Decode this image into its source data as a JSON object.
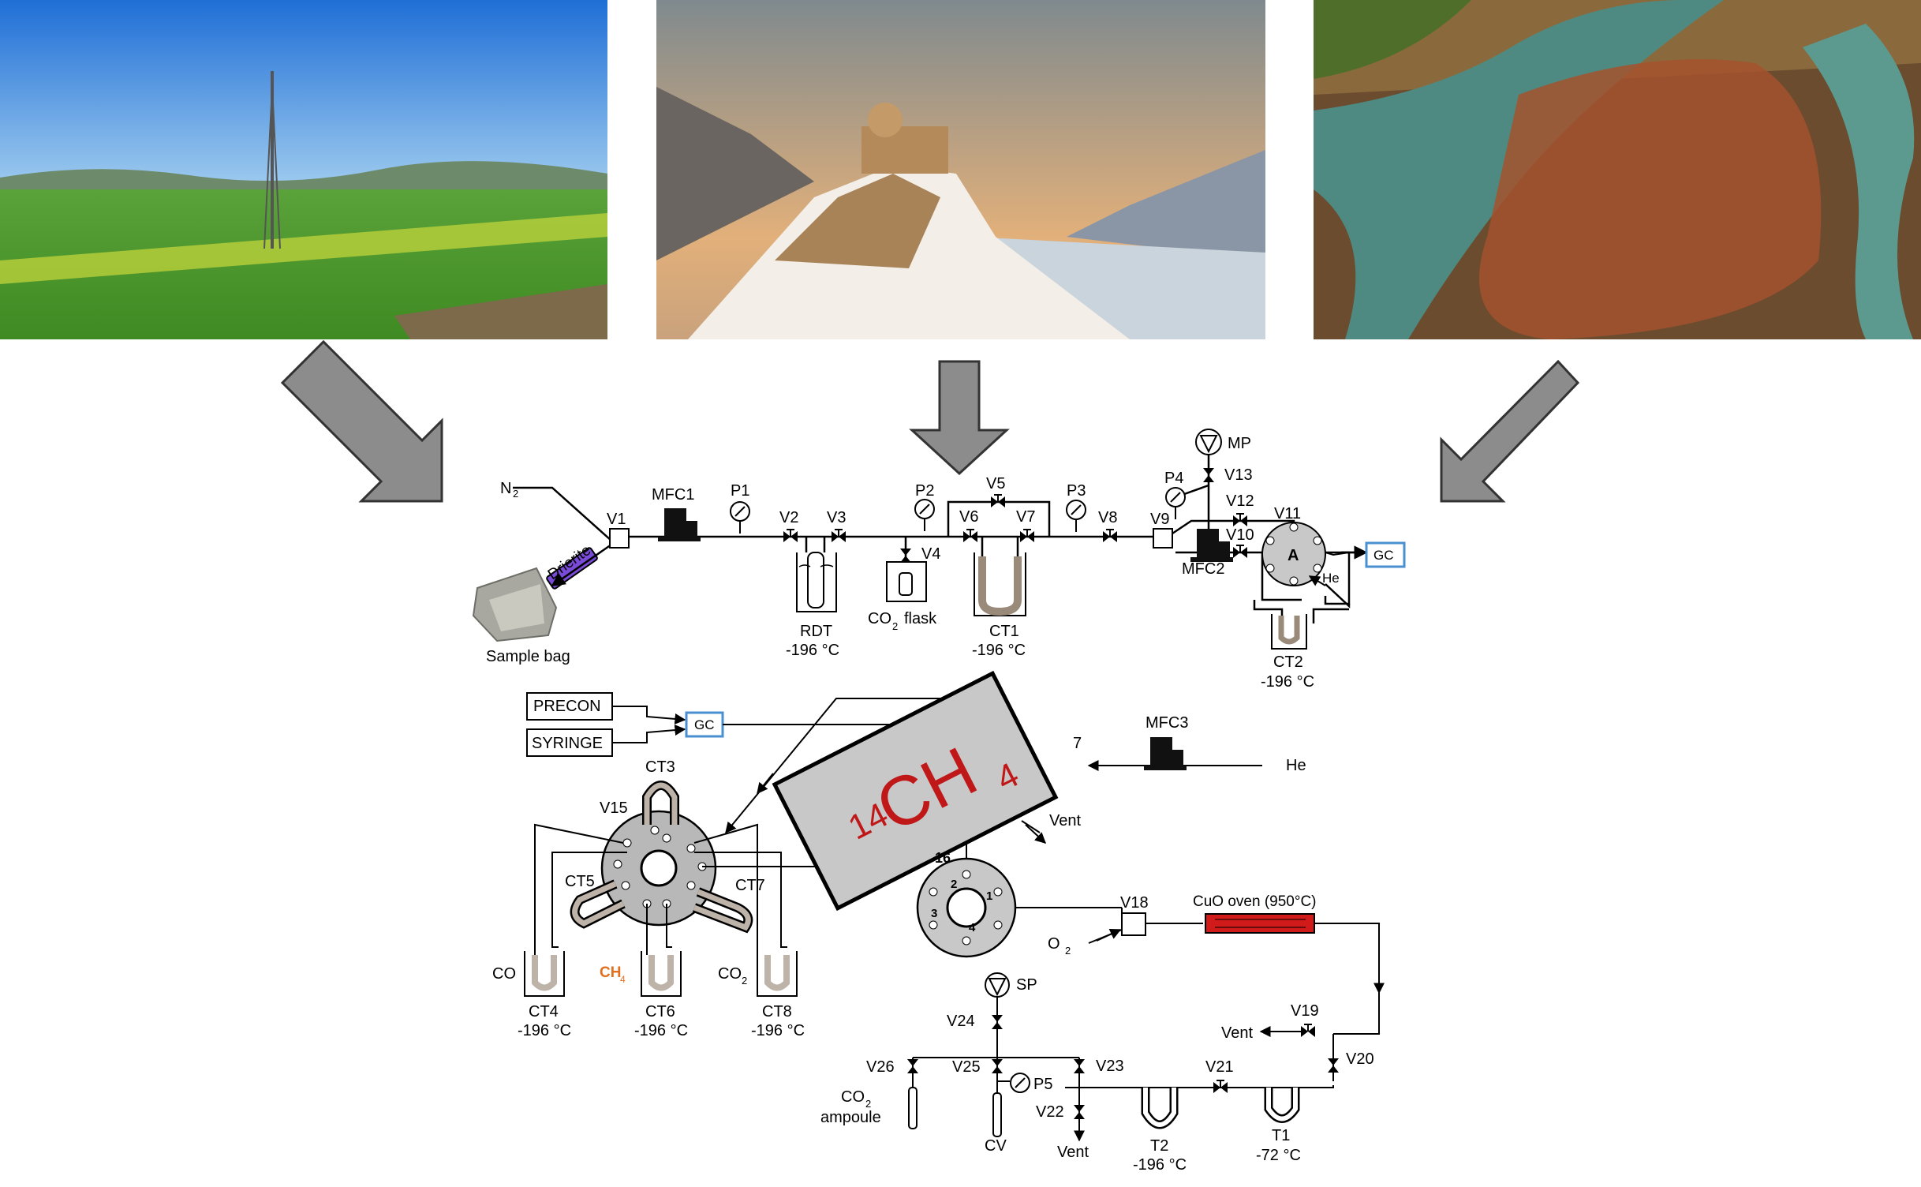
{
  "photos": [
    {
      "scene": "rural tower landscape",
      "sky": "#2f7fd8",
      "ground": "#4f9a2c"
    },
    {
      "scene": "alpine observatory on snowy peak",
      "sky": "#d9a36e",
      "ground": "#f1ece5"
    },
    {
      "scene": "aerial view of river city",
      "sky": "#8a6a3c",
      "ground": "#6e4a2e"
    }
  ],
  "arrows_color": "#8c8c8c",
  "top_line": {
    "n2": "N",
    "n2_sub": "2",
    "drierite": "Drierite",
    "sample_bag": "Sample bag",
    "mfc1": "MFC1",
    "p1": "P1",
    "v1": "V1",
    "v2": "V2",
    "v3": "V3",
    "v4": "V4",
    "p2": "P2",
    "v5": "V5",
    "v6": "V6",
    "v7": "V7",
    "p3": "P3",
    "v8": "V8",
    "v9": "V9",
    "p4": "P4",
    "mp": "MP",
    "v13": "V13",
    "v12": "V12",
    "v11": "V11",
    "v10": "V10",
    "mfc2": "MFC2",
    "valve_a": "A",
    "he": "He",
    "gc": "GC",
    "rdt": "RDT",
    "rdt_temp": "-196 °C",
    "co2_flask": "flask",
    "co2_prefix": "CO",
    "co2_sub": "2",
    "ct1": "CT1",
    "ct1_temp": "-196 °C",
    "ct2": "CT2",
    "ct2_temp": "-196 °C"
  },
  "bottom": {
    "precon": "PRECON",
    "syringe": "SYRINGE",
    "gc": "GC",
    "ct3": "CT3",
    "v15": "V15",
    "ct5": "CT5",
    "ct7": "CT7",
    "co": "CO",
    "ch4_prefix": "CH",
    "ch4_sub": "4",
    "co2_prefix": "CO",
    "co2_sub": "2",
    "ct4": "CT4",
    "ct4_temp": "-196 °C",
    "ct6": "CT6",
    "ct6_temp": "-196 °C",
    "ct8": "CT8",
    "ct8_temp": "-196 °C",
    "mfc3": "MFC3",
    "he": "He",
    "vent": "Vent",
    "v16_fragment": "16",
    "v17_fragment": "7",
    "port1": "1",
    "port2": "2",
    "port3": "3",
    "port4": "4",
    "v18": "V18",
    "o2_prefix": "O",
    "o2_sub": "2",
    "cuo_oven": "CuO oven (950°C)",
    "sp": "SP",
    "v24": "V24",
    "v19": "V19",
    "vent2": "Vent",
    "v20": "V20",
    "v26": "V26",
    "v25": "V25",
    "v23": "V23",
    "p5": "P5",
    "v21": "V21",
    "co2_ampoule_prefix": "CO",
    "co2_ampoule_sub": "2",
    "ampoule": "ampoule",
    "v22": "V22",
    "cv": "CV",
    "vent3": "Vent",
    "t2": "T2",
    "t2_temp": "-196 °C",
    "t1": "T1",
    "t1_temp": "-72 °C"
  },
  "banner": {
    "sup": "14",
    "text": "CH",
    "sub": "4",
    "text_color": "#c01818",
    "fill": "#c8c8c8"
  },
  "colors": {
    "gc_box": "#4a8fd0",
    "ch4_label": "#e07020",
    "drierite": "#7a4ad8",
    "oven": "#d11a1a"
  }
}
